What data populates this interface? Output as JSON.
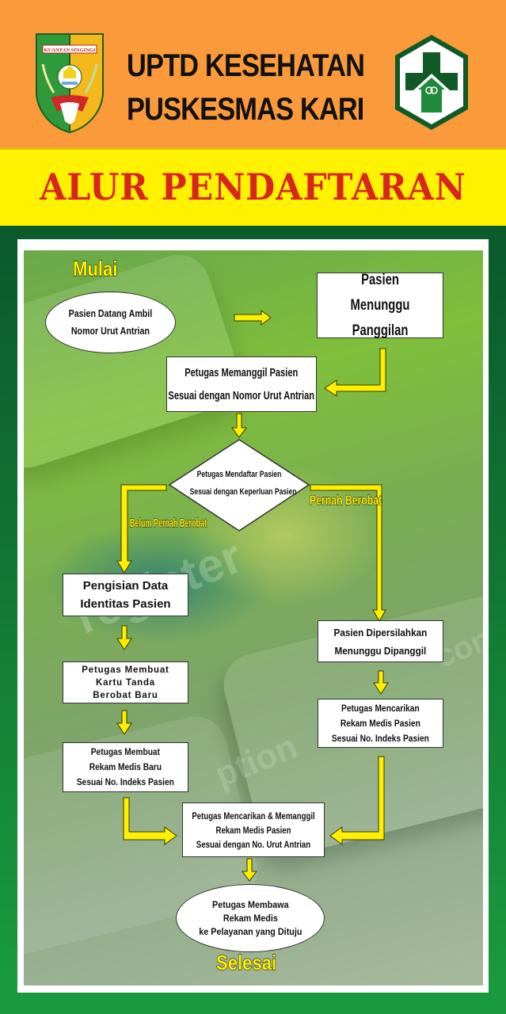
{
  "header": {
    "title_line1": "UPTD KESEHATAN",
    "title_line2": "PUSKESMAS KARI",
    "left_logo": {
      "icon": "kuantan-singingi-emblem-icon",
      "text": "KUANTAN SINGINGI"
    },
    "right_logo": {
      "icon": "puskesmas-logo-icon"
    },
    "background_color": "#fb9a3a"
  },
  "banner": {
    "title": "ALUR PENDAFTARAN",
    "background_color": "#fff200",
    "text_color": "#d9261c"
  },
  "flowchart": {
    "start_label": "Mulai",
    "end_label": "Selesai",
    "nodes": {
      "start": {
        "line1": "Pasien Datang Ambil",
        "line2": "Nomor Urut Antrian"
      },
      "wait_call": {
        "line1": "Pasien",
        "line2": "Menunggu Panggilan"
      },
      "call_patient": {
        "line1": "Petugas Memanggil Pasien",
        "line2": "Sesuai dengan Nomor Urut Antrian"
      },
      "decision": {
        "line1": "Petugas Mendaftar Pasien",
        "line2": "Sesuai dengan Keperluan Pasien"
      },
      "fill_identity": {
        "line1": "Pengisian Data",
        "line2": "Identitas Pasien"
      },
      "make_card": {
        "line1": "Petugas Membuat",
        "line2": "Kartu Tanda",
        "line3": "Berobat Baru"
      },
      "make_record": {
        "line1": "Petugas Membuat",
        "line2": "Rekam Medis Baru",
        "line3": "Sesuai No. Indeks Pasien"
      },
      "please_wait": {
        "line1": "Pasien Dipersilahkan",
        "line2": "Menunggu Dipanggil"
      },
      "find_record": {
        "line1": "Petugas Mencarikan",
        "line2": "Rekam Medis Pasien",
        "line3": "Sesuai No. Indeks Pasien"
      },
      "find_call": {
        "line1": "Petugas Mencarikan & Memanggil",
        "line2": "Rekam Medis Pasien",
        "line3": "Sesuai dengan No. Urut Antrian"
      },
      "end": {
        "line1": "Petugas Membawa",
        "line2": "Rekam Medis",
        "line3": "ke Pelayanan yang Dituju"
      }
    },
    "branches": {
      "left": "Belum Pernah Berobat",
      "right": "Pernah Berobat"
    },
    "background_watermarks": [
      "register",
      "ption",
      "con"
    ],
    "arrow_color": "#ffef00"
  }
}
